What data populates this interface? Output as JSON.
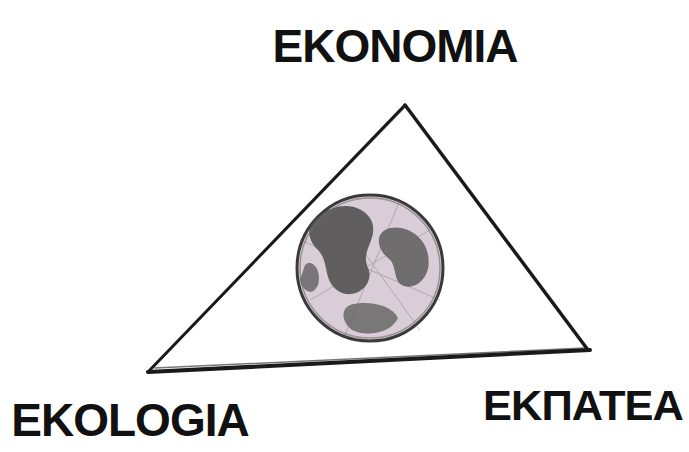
{
  "diagram": {
    "labels": [
      "EKONOMIA",
      "EKOLOGIA",
      "EKΠATEA"
    ]
  }
}
